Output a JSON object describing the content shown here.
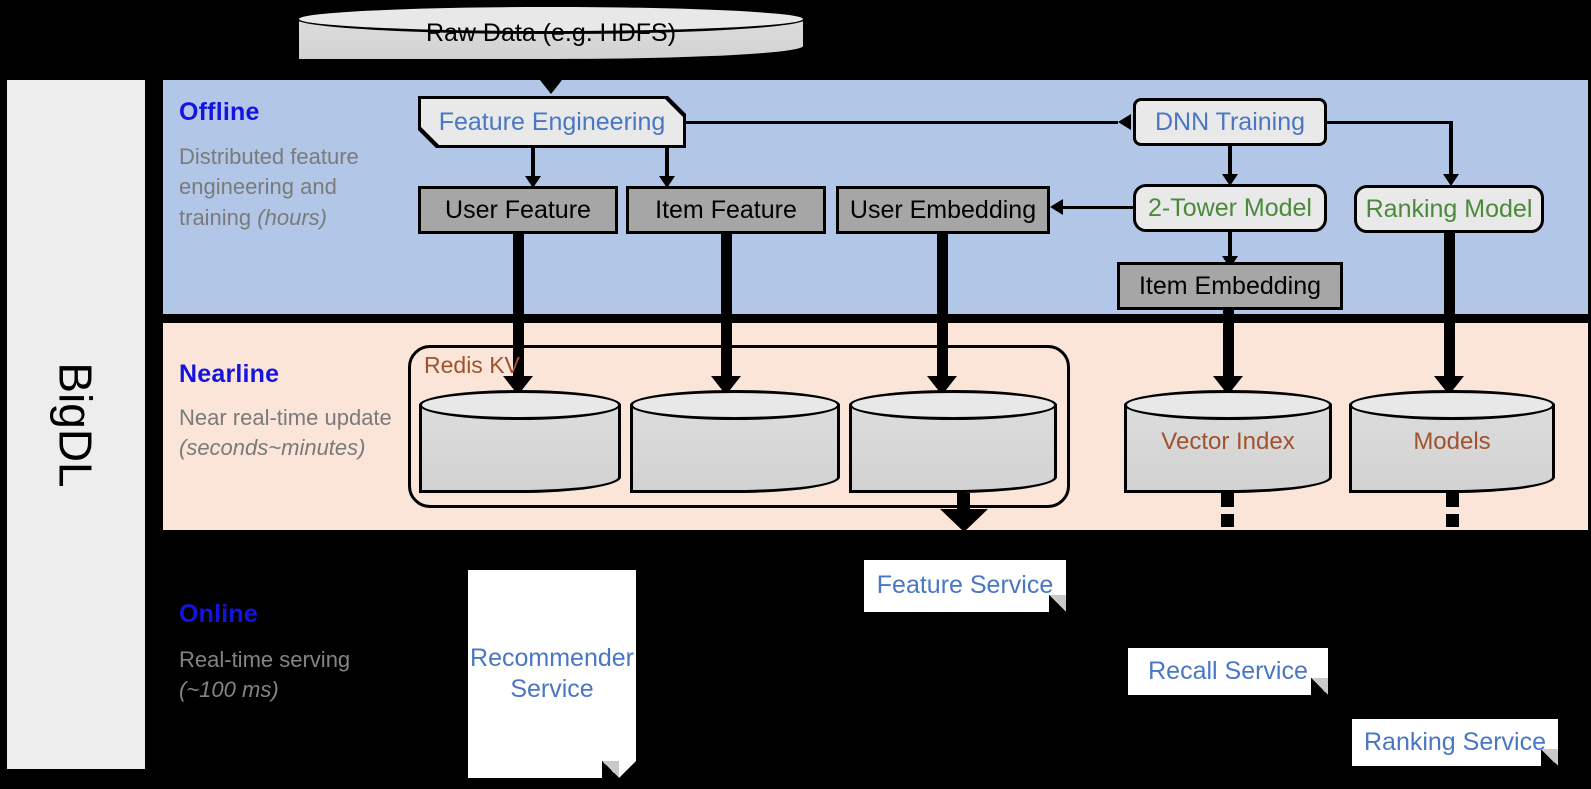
{
  "framework": {
    "name": "BigDL"
  },
  "bands": {
    "offline": {
      "title": "Offline",
      "subtitle_main": "Distributed feature engineering and training ",
      "subtitle_italic": "(hours)",
      "bg_color": "#b2c7e8"
    },
    "nearline": {
      "title": "Nearline",
      "subtitle_main": "Near real-time update ",
      "subtitle_italic": "(seconds~minutes)",
      "bg_color": "#fae5d8"
    },
    "online": {
      "title": "Online",
      "subtitle_main": "Real-time serving ",
      "subtitle_italic": "(~100 ms)",
      "bg_color": "#000000"
    }
  },
  "source": {
    "raw_data": "Raw Data (e.g. HDFS)"
  },
  "offline_nodes": {
    "feature_engineering": "Feature Engineering",
    "dnn_training": "DNN Training",
    "user_feature": "User Feature",
    "item_feature": "Item Feature",
    "user_embedding": "User Embedding",
    "two_tower_model": "2-Tower Model",
    "ranking_model": "Ranking Model",
    "item_embedding": "Item Embedding"
  },
  "nearline_nodes": {
    "redis_group": "Redis KV",
    "store_user_feature": "",
    "store_item_feature": "",
    "store_user_embedding": "",
    "vector_index": "Vector Index",
    "models": "Models"
  },
  "online_nodes": {
    "recommender_service": "Recommender Service",
    "feature_service": "Feature Service",
    "recall_service": "Recall Service",
    "ranking_service": "Ranking Service"
  },
  "colors": {
    "label_blue": "#1414e0",
    "text_blue": "#4a77c4",
    "text_green": "#4a8a3a",
    "text_brown": "#a0522d",
    "gray_data_box": "#a6a6a6",
    "light_process_box": "#e9e9e9"
  }
}
